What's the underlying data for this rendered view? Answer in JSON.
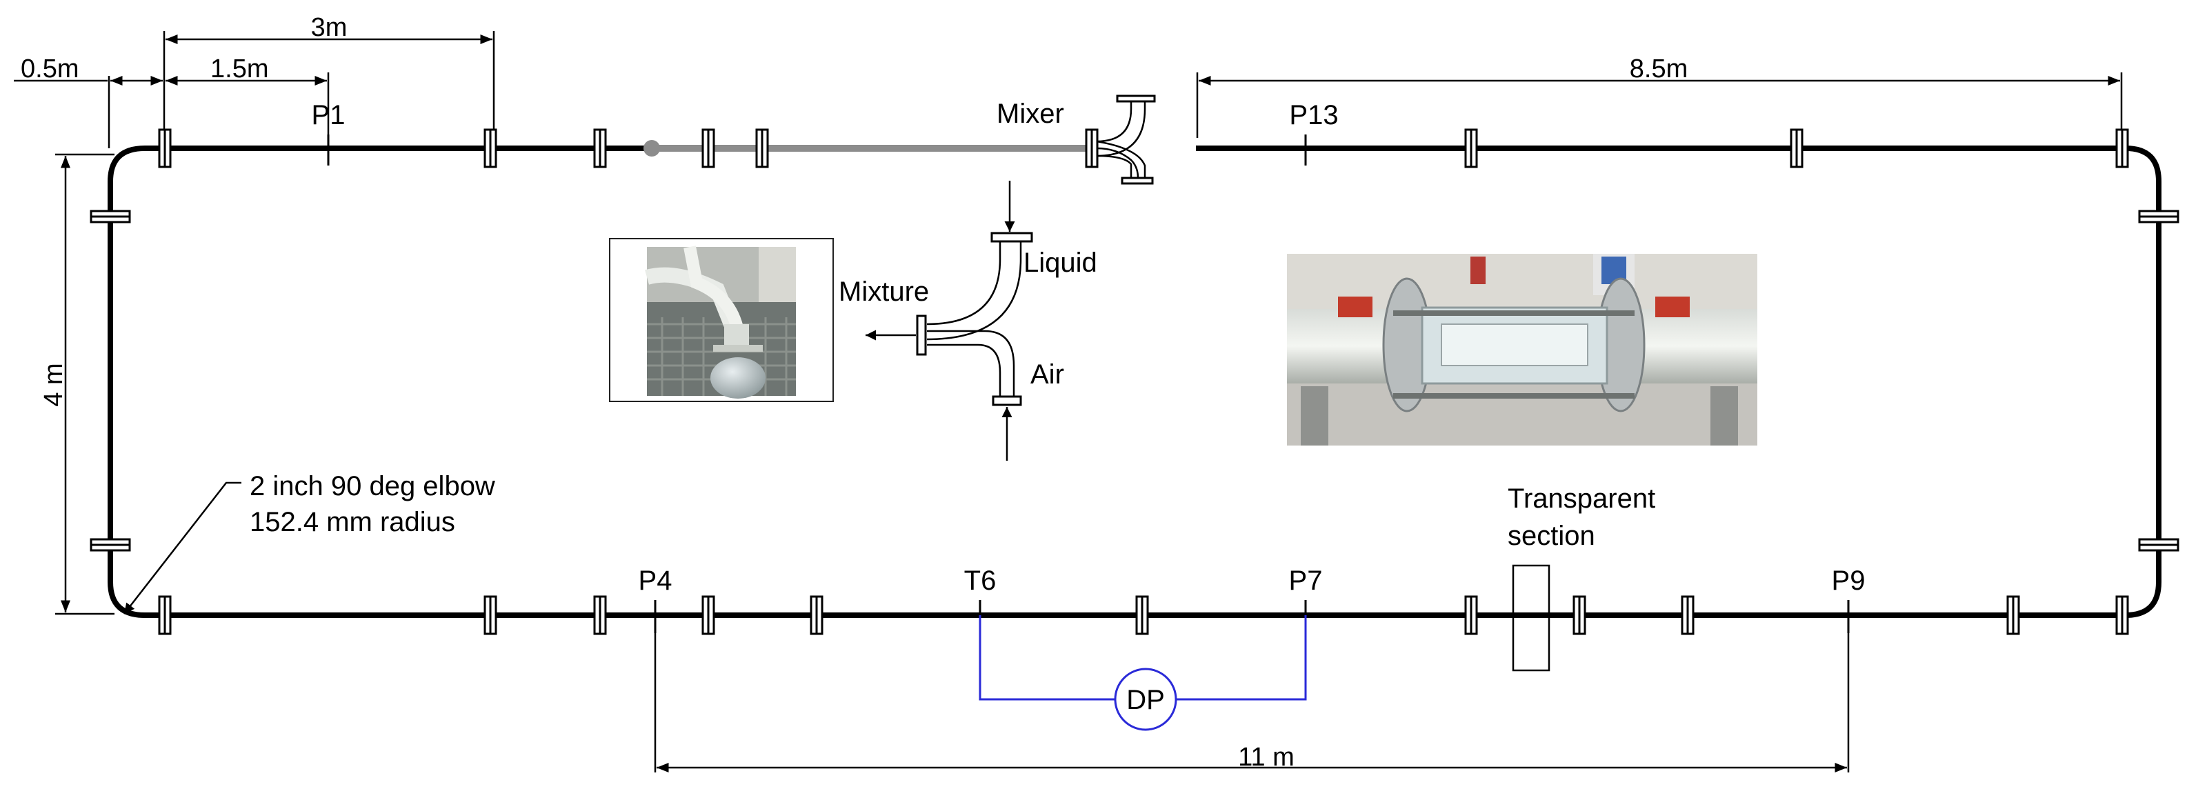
{
  "dimensions": {
    "d_3m": "3m",
    "d_05m": "0.5m",
    "d_15m": "1.5m",
    "d_85m": "8.5m",
    "d_4m": "4 m",
    "d_11m": "11 m"
  },
  "labels": {
    "mixer": "Mixer",
    "liquid": "Liquid",
    "mixture": "Mixture",
    "air": "Air",
    "elbow_line1": "2 inch 90 deg elbow",
    "elbow_line2": "152.4 mm radius",
    "transparent_line1": "Transparent",
    "transparent_line2": "section",
    "dp": "DP"
  },
  "taps": {
    "p1": "P1",
    "p13": "P13",
    "p4": "P4",
    "t6": "T6",
    "p7": "P7",
    "p9": "P9"
  },
  "colors": {
    "pipe": "#000000",
    "mixer_section": "#8c8c8c",
    "dp_line": "#2a2ad8"
  }
}
